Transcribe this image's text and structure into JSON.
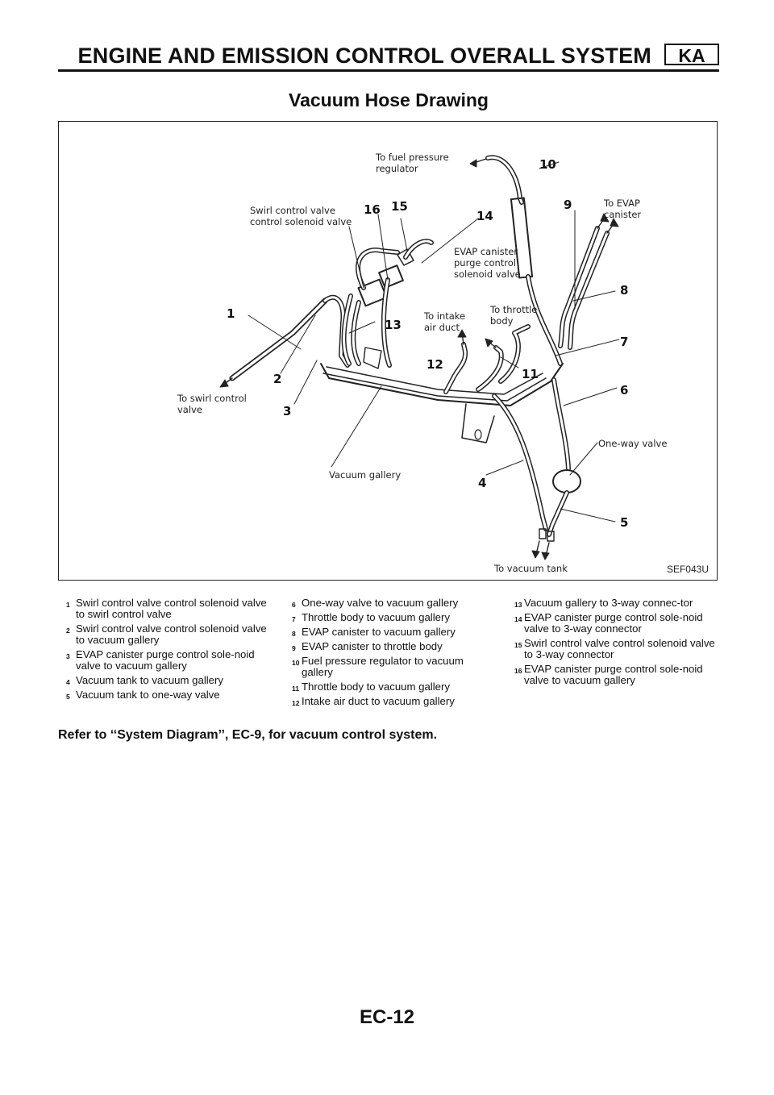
{
  "header": {
    "title": "ENGINE AND EMISSION CONTROL OVERALL SYSTEM",
    "badge": "KA"
  },
  "section_title": "Vacuum Hose Drawing",
  "figure": {
    "id": "SEF043U",
    "labels": {
      "fuel_pressure": "To fuel pressure\nregulator",
      "swirl_solenoid": "Swirl control valve\ncontrol solenoid valve",
      "evap_canister_to": "To EVAP\ncanister",
      "evap_purge": "EVAP canister\npurge control\nsolenoid valve",
      "intake_duct": "To intake\nair duct",
      "throttle_body": "To throttle\nbody",
      "swirl_valve": "To swirl control\nvalve",
      "one_way": "One-way valve",
      "vacuum_gallery": "Vacuum gallery",
      "vacuum_tank": "To vacuum tank"
    },
    "markers": [
      "1",
      "2",
      "3",
      "4",
      "5",
      "6",
      "7",
      "8",
      "9",
      "10",
      "11",
      "12",
      "13",
      "14",
      "15",
      "16"
    ]
  },
  "legend": [
    {
      "num": "1",
      "text": "Swirl control valve control solenoid valve to swirl control valve"
    },
    {
      "num": "2",
      "text": "Swirl control valve control solenoid valve to vacuum gallery"
    },
    {
      "num": "3",
      "text": "EVAP canister purge control sole-noid valve to vacuum gallery"
    },
    {
      "num": "4",
      "text": "Vacuum tank to vacuum gallery"
    },
    {
      "num": "5",
      "text": "Vacuum tank to one-way valve"
    },
    {
      "num": "6",
      "text": "One-way valve to vacuum gallery"
    },
    {
      "num": "7",
      "text": "Throttle body to vacuum gallery"
    },
    {
      "num": "8",
      "text": "EVAP canister to vacuum gallery"
    },
    {
      "num": "9",
      "text": "EVAP canister to throttle body"
    },
    {
      "num": "10",
      "text": "Fuel pressure regulator to vacuum gallery"
    },
    {
      "num": "11",
      "text": "Throttle body to vacuum gallery"
    },
    {
      "num": "12",
      "text": "Intake air duct to vacuum gallery"
    },
    {
      "num": "13",
      "text": "Vacuum gallery to 3-way connec-tor"
    },
    {
      "num": "14",
      "text": "EVAP canister purge control sole-noid valve to 3-way connector"
    },
    {
      "num": "15",
      "text": "Swirl control valve control solenoid valve to 3-way connector"
    },
    {
      "num": "16",
      "text": "EVAP canister purge control sole-noid valve to vacuum gallery"
    }
  ],
  "note": "Refer to ‘‘System Diagram’’, EC-9, for vacuum control system.",
  "page_number": "EC-12"
}
